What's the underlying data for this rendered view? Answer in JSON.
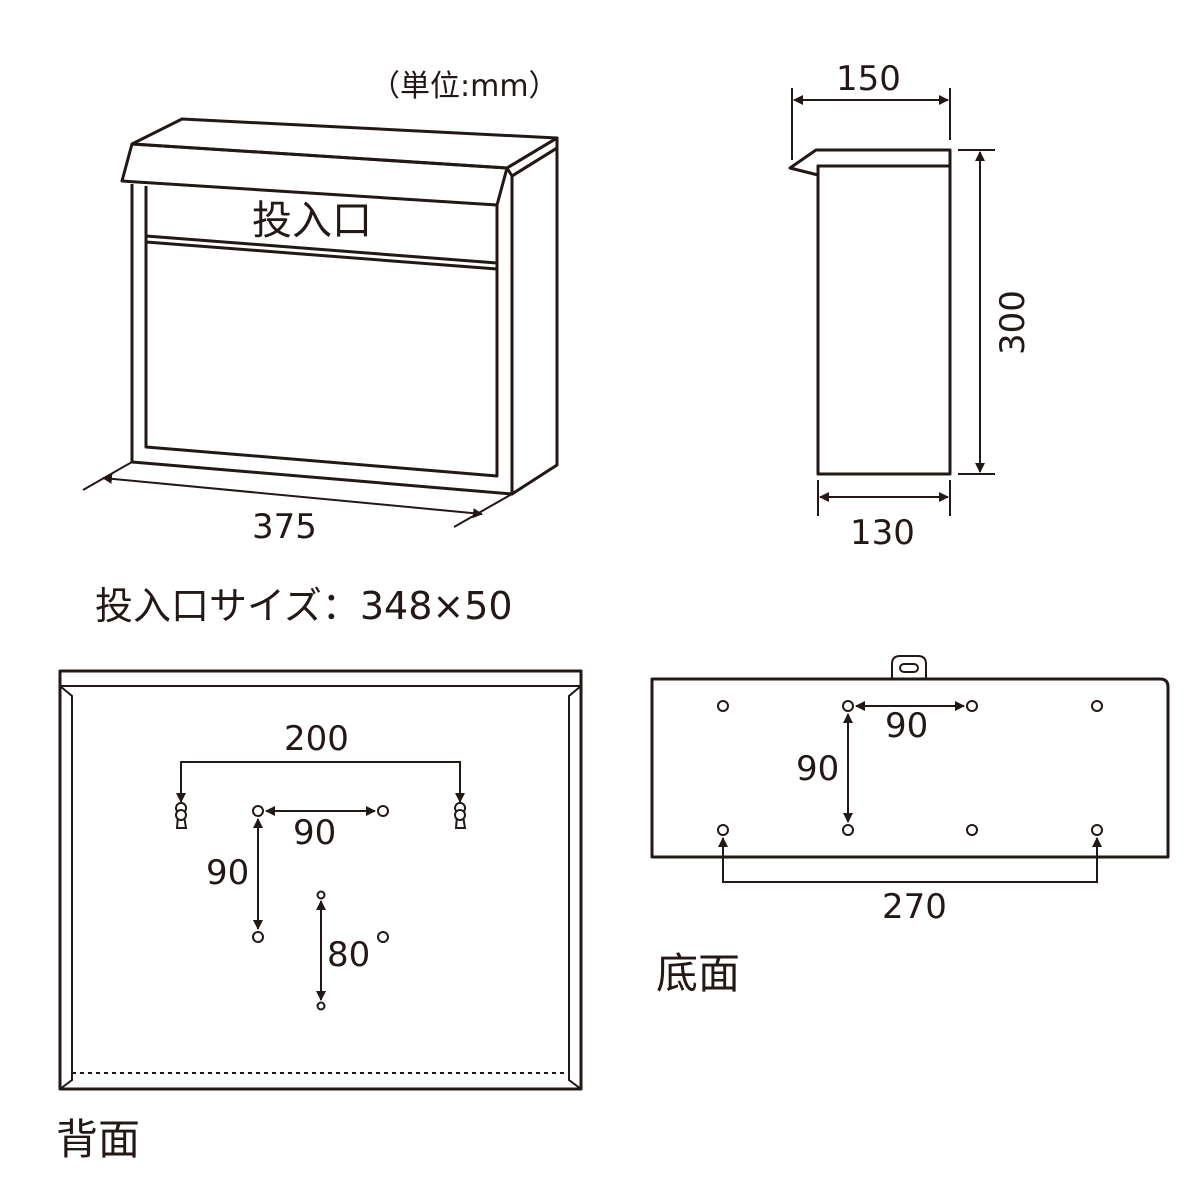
{
  "unit_note": "（単位:mm）",
  "front": {
    "slot_label": "投入口",
    "width": "375",
    "slot_size": "投入口サイズ：348×50"
  },
  "side": {
    "top_depth": "150",
    "height": "300",
    "bottom_depth": "130"
  },
  "back": {
    "title": "背面",
    "hook_spacing": "200",
    "hole_h": "90",
    "hole_v": "90",
    "hole_v2": "80"
  },
  "bottom": {
    "title": "底面",
    "hole_h": "90",
    "hole_v": "90",
    "outer_span": "270"
  },
  "colors": {
    "line": "#231815",
    "background": "#ffffff"
  }
}
